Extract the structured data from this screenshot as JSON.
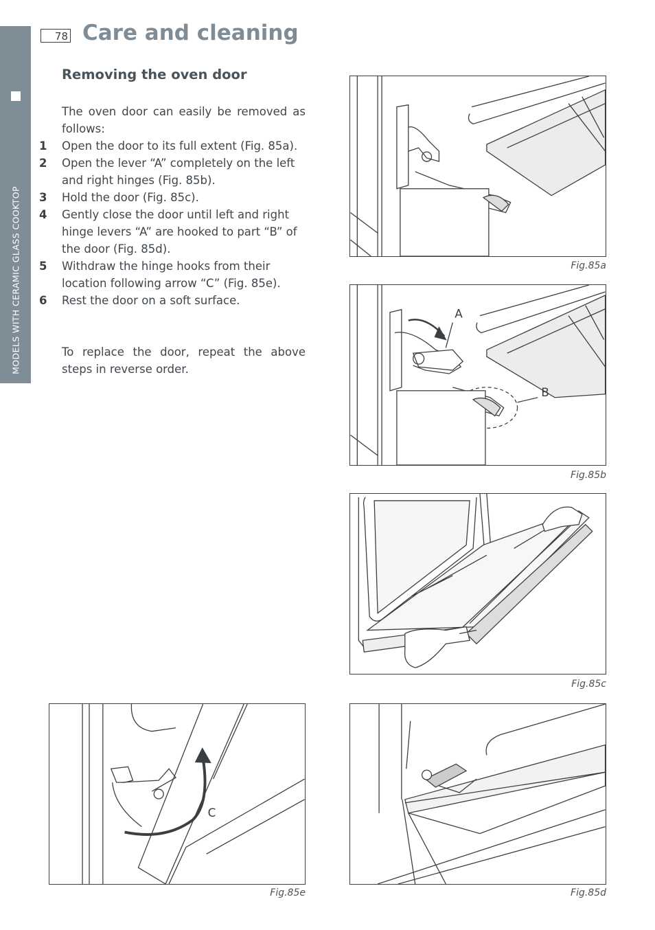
{
  "sidebar": {
    "text": "MODELS WITH CERAMIC GLASS COOKTOP"
  },
  "header": {
    "page_number": "78",
    "title": "Care and cleaning"
  },
  "section": {
    "heading": "Removing the oven door",
    "intro": "The oven door can easily be removed as follows:",
    "steps": [
      {
        "num": "1",
        "text": "Open the door to its full extent (Fig. 85a)."
      },
      {
        "num": "2",
        "text": "Open the lever “A” completely on the left and right hinges (Fig. 85b)."
      },
      {
        "num": "3",
        "text": "Hold the door (Fig. 85c)."
      },
      {
        "num": "4",
        "text": "Gently close the door until left and right hinge levers “A” are hooked to part “B” of the door (Fig. 85d)."
      },
      {
        "num": "5",
        "text": "Withdraw the hinge hooks from their location following arrow “C” (Fig. 85e)."
      },
      {
        "num": "6",
        "text": "Rest the door on a soft surface."
      }
    ],
    "replace_note": "To replace the door, repeat the above steps in reverse order."
  },
  "figures": {
    "a": {
      "caption": "Fig.85a"
    },
    "b": {
      "caption": "Fig.85b",
      "label_a": "A",
      "label_b": "B"
    },
    "c": {
      "caption": "Fig.85c"
    },
    "d": {
      "caption": "Fig.85d"
    },
    "e": {
      "caption": "Fig.85e",
      "label_c": "C"
    }
  },
  "colors": {
    "sidebar": "#7f8d96",
    "title": "#808c95",
    "text": "#3f464c"
  }
}
